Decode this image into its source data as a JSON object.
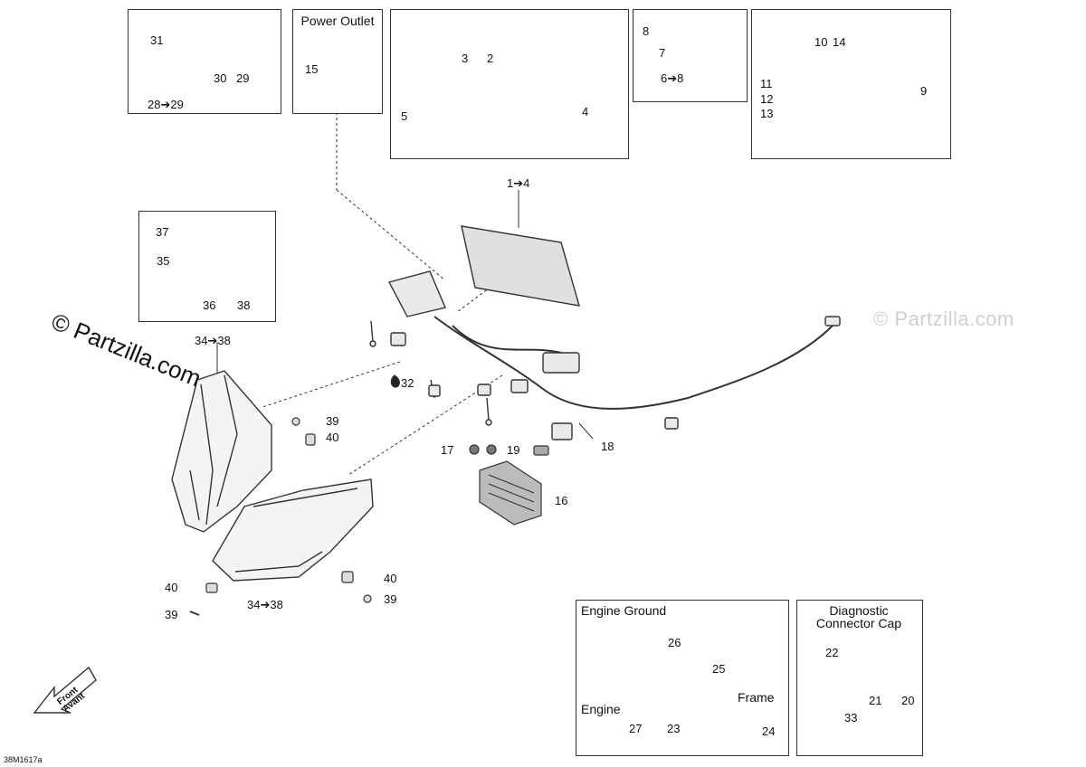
{
  "boxes": {
    "power_outlet": "Power Outlet",
    "engine_ground": "Engine Ground",
    "diagnostic_cap": "Diagnostic\nConnector Cap"
  },
  "labels": {
    "l31": "31",
    "l30": "30",
    "l29": "29",
    "l28_29": "28➔29",
    "l15": "15",
    "l3": "3",
    "l2": "2",
    "l5": "5",
    "l4": "4",
    "l1_4": "1➔4",
    "l8a": "8",
    "l7": "7",
    "l6_8": "6➔8",
    "l10": "10",
    "l14": "14",
    "l11": "11",
    "l12": "12",
    "l13": "13",
    "l9": "9",
    "l37": "37",
    "l35": "35",
    "l36": "36",
    "l38": "38",
    "l34_38a": "34➔38",
    "l32": "32",
    "l39a": "39",
    "l40a": "40",
    "l17": "17",
    "l19": "19",
    "l18": "18",
    "l16": "16",
    "l40b": "40",
    "l39b": "39",
    "l40c": "40",
    "l39c": "39",
    "l34_38b": "34➔38",
    "l26": "26",
    "l25": "25",
    "engine": "Engine",
    "frame": "Frame",
    "l27": "27",
    "l23": "23",
    "l24": "24",
    "l22": "22",
    "l21": "21",
    "l20": "20",
    "l33": "33"
  },
  "front_arrow": {
    "line1": "Front",
    "line2": "Avant"
  },
  "watermark": {
    "main": "© Partzilla.com",
    "faint": "© Partzilla.com"
  },
  "diagram_code": "38M1617a"
}
